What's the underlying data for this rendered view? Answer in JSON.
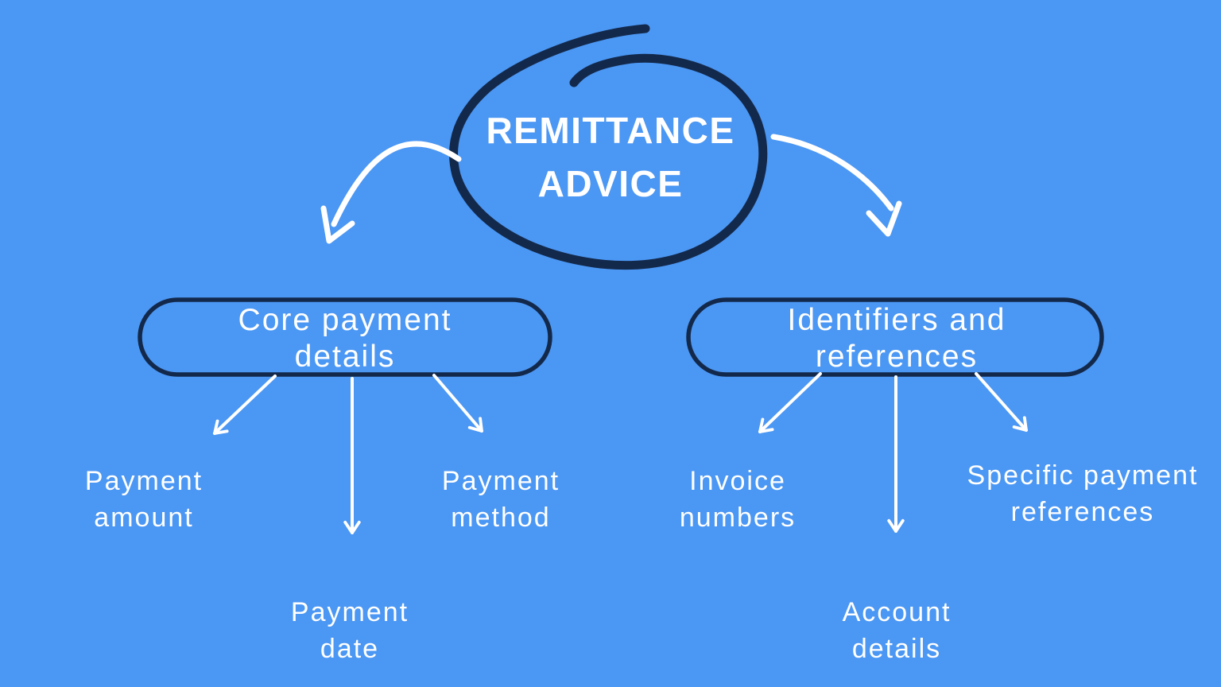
{
  "colors": {
    "background": "#4B97F4",
    "ink": "#13294B",
    "text": "#FFFFFF"
  },
  "root": {
    "title_line1": "REMITTANCE",
    "title_line2": "ADVICE"
  },
  "branches": [
    {
      "label_line1": "Core payment",
      "label_line2": "details",
      "children": [
        {
          "label_line1": "Payment",
          "label_line2": "amount"
        },
        {
          "label_line1": "Payment",
          "label_line2": "date"
        },
        {
          "label_line1": "Payment",
          "label_line2": "method"
        }
      ]
    },
    {
      "label_line1": "Identifiers and",
      "label_line2": "references",
      "children": [
        {
          "label_line1": "Invoice",
          "label_line2": "numbers"
        },
        {
          "label_line1": "Account",
          "label_line2": "details"
        },
        {
          "label_line1": "Specific payment",
          "label_line2": "references"
        }
      ]
    }
  ]
}
